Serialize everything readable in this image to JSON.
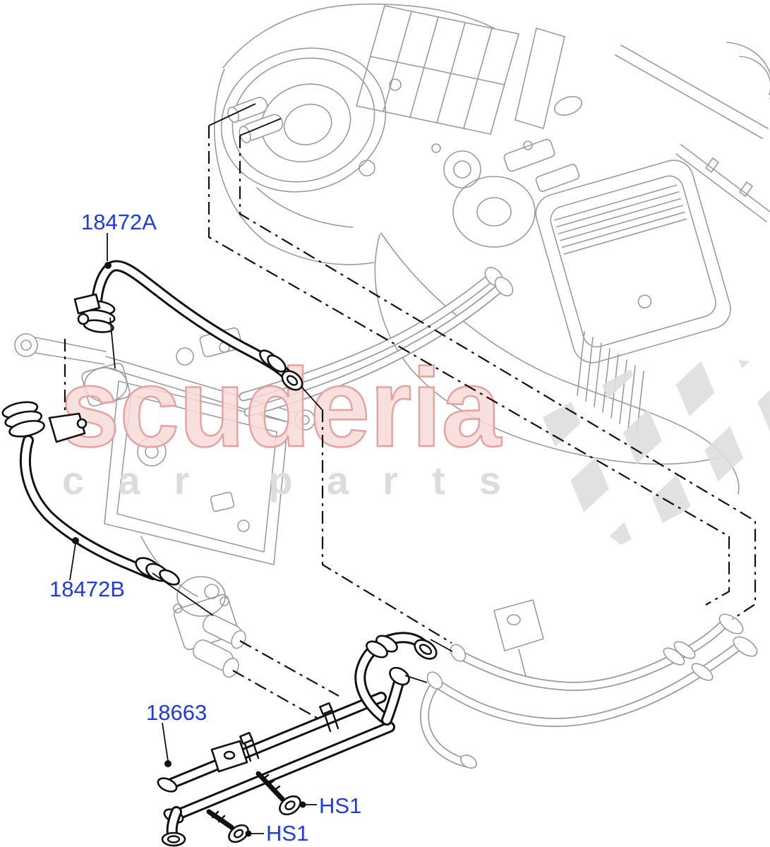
{
  "page": {
    "background": "#ffffff"
  },
  "watermark": {
    "brand": "scuderia",
    "tagline": "car parts",
    "brand_edge_color": "#e9a09c",
    "brand_fill_color": "#f7dbd9",
    "tagline_color": "#dcdcdc",
    "checker_color": "#dedede"
  },
  "labels": {
    "hose_upper": "18472A",
    "hose_lower": "18472B",
    "pipe_assembly": "18663",
    "screw_upper": "HS1",
    "screw_lower": "HS1"
  },
  "colors": {
    "label_color": "#1e3be6",
    "callout_line_color": "#111111",
    "reference_line_color": "#9b9b9b"
  }
}
